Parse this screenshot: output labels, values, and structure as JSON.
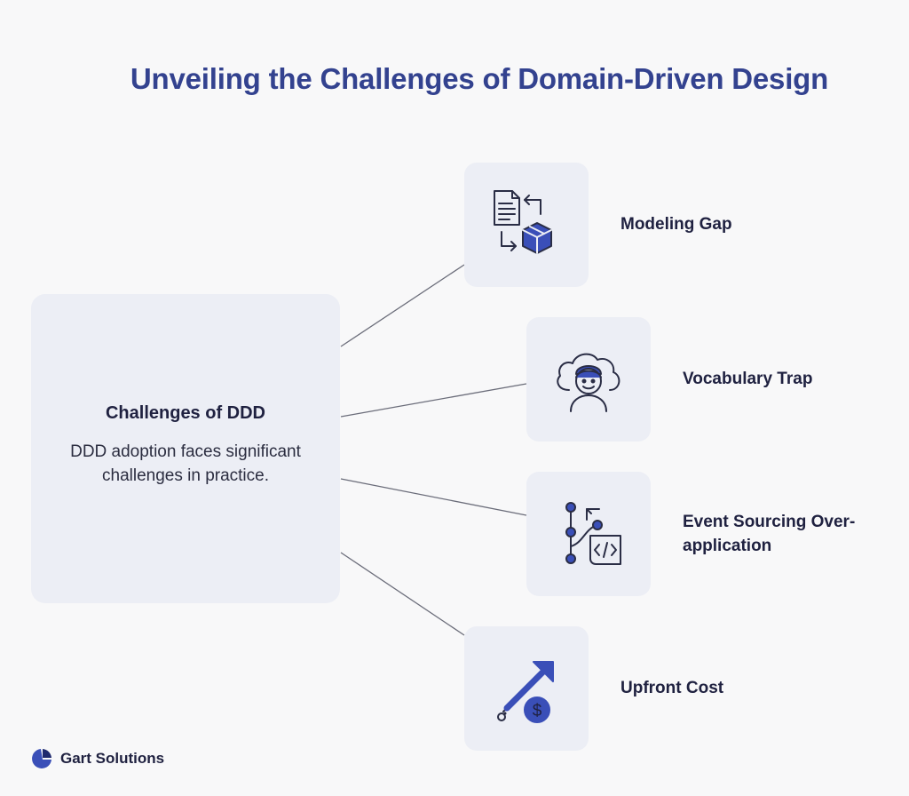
{
  "title": "Unveiling the Challenges of Domain-Driven Design",
  "center": {
    "title": "Challenges of DDD",
    "description": "DDD adoption faces significant challenges in practice."
  },
  "challenges": [
    {
      "label": "Modeling Gap",
      "icon": "document-cube-sync-icon"
    },
    {
      "label": "Vocabulary Trap",
      "icon": "person-cloud-icon"
    },
    {
      "label": "Event Sourcing Over-application",
      "icon": "event-flow-code-icon"
    },
    {
      "label": "Upfront Cost",
      "icon": "arrow-dollar-icon"
    }
  ],
  "brand": {
    "name": "Gart Solutions",
    "icon": "gart-logo-icon"
  },
  "colors": {
    "title": "#33428f",
    "accent": "#3a4fb8",
    "card": "#eceef5",
    "text": "#1f2140"
  }
}
